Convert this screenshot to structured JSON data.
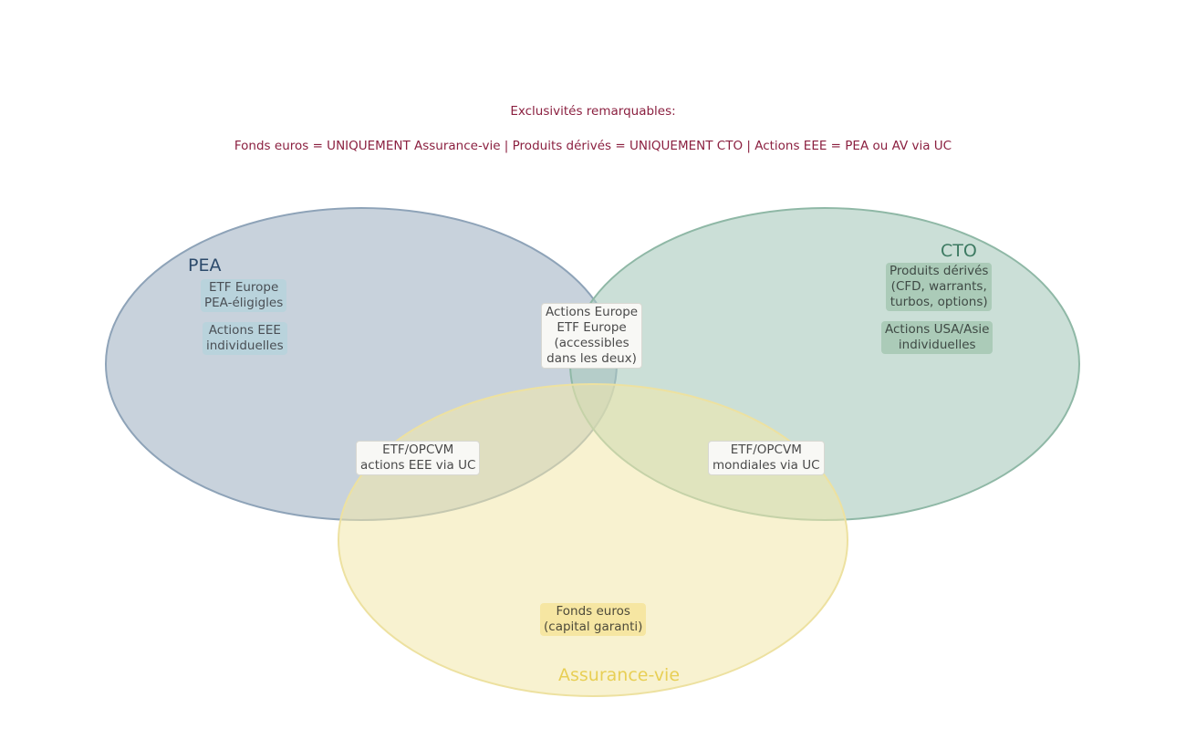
{
  "header": {
    "title": "Exclusivités remarquables:",
    "exclusives": "Fonds euros = UNIQUEMENT Assurance-vie | Produits dérivés = UNIQUEMENT CTO | Actions EEE = PEA ou AV via UC"
  },
  "sets": {
    "pea": {
      "label": "PEA",
      "color": "#2c4a6b",
      "fill": "#a3b4c4",
      "stroke": "#8ea3b8"
    },
    "cto": {
      "label": "CTO",
      "color": "#3d7a62",
      "fill": "#a9cabd",
      "stroke": "#8fb8a6"
    },
    "av": {
      "label": "Assurance-vie",
      "color": "#e8cf55",
      "fill": "#f3e8a9",
      "stroke": "#ede1a0"
    }
  },
  "items": {
    "pea_etf_europe": "ETF Europe\nPEA-éligigles",
    "pea_actions_eee": "Actions EEE\nindividuelles",
    "cto_produits_derives": "Produits dérivés\n(CFD, warrants,\nturbos, options)",
    "cto_actions_usa": "Actions USA/Asie\nindividuelles",
    "pea_cto_shared": "Actions Europe\nETF Europe\n(accessibles\ndans les deux)",
    "pea_av_shared": "ETF/OPCVM\nactions EEE via UC",
    "cto_av_shared": "ETF/OPCVM\nmondiales via UC",
    "av_fonds_euros": "Fonds euros\n(capital garanti)"
  }
}
